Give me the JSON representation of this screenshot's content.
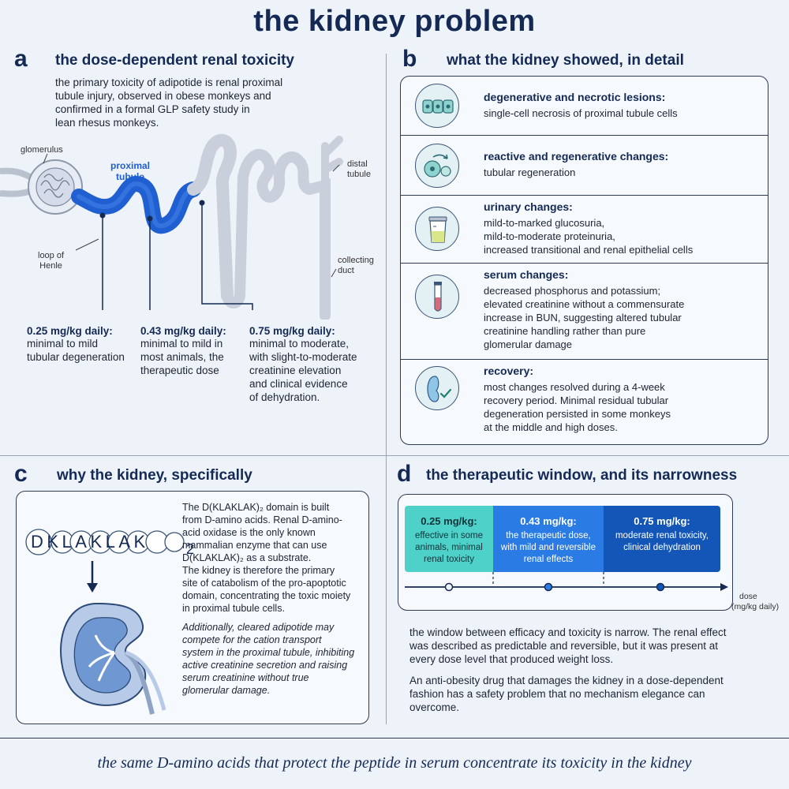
{
  "title": "the kidney problem",
  "footer": "the same D-amino acids that protect the peptide in serum concentrate its toxicity in the kidney",
  "colors": {
    "accent": "#1f5fd1",
    "navy": "#142a55",
    "teal": "#4ed1c8",
    "blue_mid": "#2b7be4",
    "blue_dark": "#1456b8"
  },
  "panel_a": {
    "letter": "a",
    "title": "the dose-dependent renal toxicity",
    "intro": [
      "the primary toxicity of adipotide is renal proximal",
      "tubule injury, observed in obese monkeys and",
      "confirmed in a formal GLP safety study in",
      "lean rhesus monkeys."
    ],
    "labels": {
      "glomerulus": "glomerulus",
      "proximal": [
        "proximal",
        "tubule"
      ],
      "loop": [
        "loop of",
        "Henle"
      ],
      "distal": [
        "distal",
        "tubule"
      ],
      "collecting": [
        "collecting",
        "duct"
      ]
    },
    "doses": [
      {
        "head": "0.25 mg/kg daily:",
        "body": [
          "minimal to mild",
          "tubular degeneration"
        ]
      },
      {
        "head": "0.43 mg/kg daily:",
        "body": [
          "minimal to mild in",
          "most animals, the",
          "therapeutic dose"
        ]
      },
      {
        "head": "0.75 mg/kg daily:",
        "body": [
          "minimal to moderate,",
          "with slight-to-moderate",
          "creatinine elevation",
          "and clinical evidence",
          "of dehydration."
        ]
      }
    ]
  },
  "panel_b": {
    "letter": "b",
    "title": "what the kidney showed, in detail",
    "rows": [
      {
        "icon": "cells-icon",
        "head": "degenerative and necrotic lesions:",
        "body": [
          "single-cell necrosis of proximal tubule cells"
        ]
      },
      {
        "icon": "regeneration-icon",
        "head": "reactive and regenerative changes:",
        "body": [
          "tubular regeneration"
        ]
      },
      {
        "icon": "urine-cup-icon",
        "head": "urinary changes:",
        "body": [
          "mild-to-marked glucosuria,",
          "mild-to-moderate proteinuria,",
          "increased transitional and renal epithelial cells"
        ]
      },
      {
        "icon": "test-tube-icon",
        "head": "serum changes:",
        "body": [
          "decreased phosphorus and potassium;",
          "elevated creatinine without a commensurate",
          "increase in BUN, suggesting altered tubular",
          "creatinine handling rather than pure",
          "glomerular damage"
        ]
      },
      {
        "icon": "kidney-check-icon",
        "head": "recovery:",
        "body": [
          "most changes resolved during a 4-week",
          "recovery period. Minimal residual tubular",
          "degeneration persisted in some monkeys",
          "at the middle and high doses."
        ]
      }
    ]
  },
  "panel_c": {
    "letter": "c",
    "title": "why the kidney, specifically",
    "formula_main": "DKLAKLAK",
    "formula_sub": "2",
    "p1": [
      "The D(KLAKLAK)₂ domain is built",
      "from D-amino acids. Renal D-amino-",
      "acid oxidase is the only known",
      "mammalian enzyme that can use",
      "D(KLAKLAK)₂ as a substrate."
    ],
    "p1b": [
      "The kidney is therefore the primary",
      "site of catabolism of the pro-apoptotic",
      "domain, concentrating the toxic moiety",
      "in proximal tubule cells."
    ],
    "p2": [
      "Additionally, cleared adipotide may",
      "compete for the cation transport",
      "system in the proximal tubule, inhibiting",
      "active creatinine secretion and raising",
      "serum creatinine without true",
      "glomerular damage."
    ]
  },
  "panel_d": {
    "letter": "d",
    "title": "the therapeutic window, and its narrowness",
    "segments": [
      {
        "head": "0.25 mg/kg:",
        "body": [
          "effective in some",
          "animals, minimal",
          "renal toxicity"
        ],
        "color": "#4ed1c8",
        "text_color": "#10343a"
      },
      {
        "head": "0.43 mg/kg:",
        "body": [
          "the therapeutic dose,",
          "with mild and reversible",
          "renal effects"
        ],
        "color": "#2b7be4",
        "text_color": "#ffffff"
      },
      {
        "head": "0.75 mg/kg:",
        "body": [
          "moderate renal toxicity,",
          "clinical dehydration"
        ],
        "color": "#1456b8",
        "text_color": "#ffffff"
      }
    ],
    "axis_label": [
      "dose",
      "(mg/kg daily)"
    ],
    "p1": [
      "the window between efficacy and toxicity is narrow. The renal effect",
      "was described as predictable and reversible, but it was present at",
      "every dose level that produced weight loss."
    ],
    "p2": [
      "An anti-obesity drug that damages the kidney in a dose-dependent",
      "fashion has a safety problem that no mechanism elegance can",
      "overcome."
    ]
  }
}
